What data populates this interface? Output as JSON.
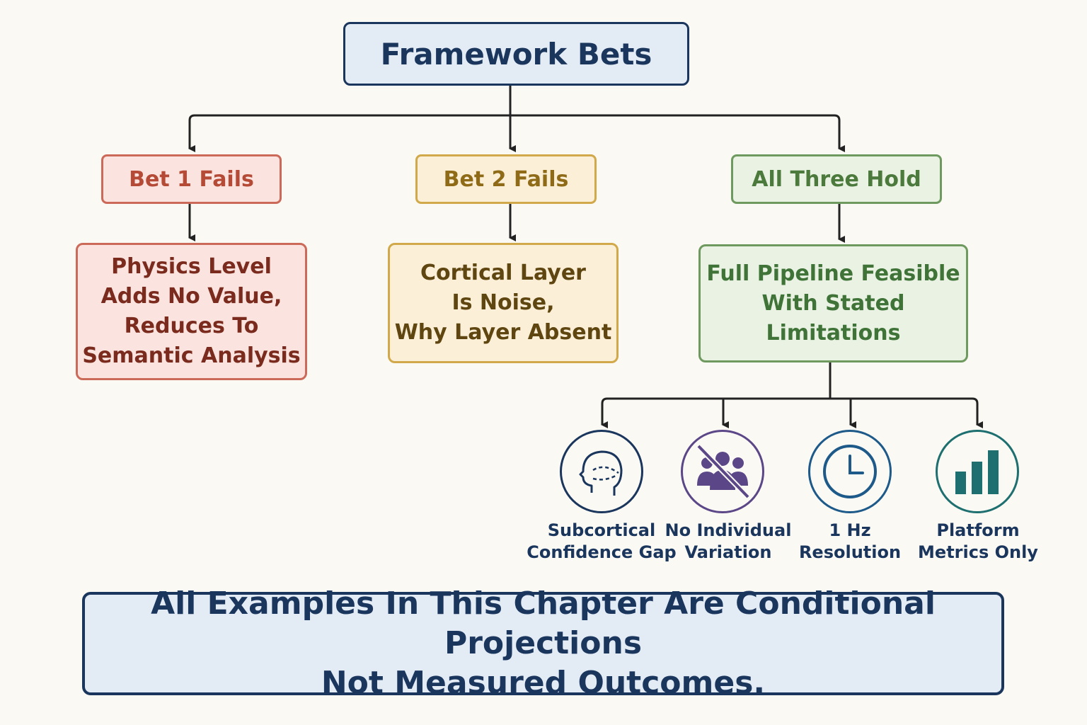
{
  "root": {
    "title": "Framework Bets"
  },
  "branches": [
    {
      "label": "Bet 1 Fails",
      "color": "#cc6a5a"
    },
    {
      "label": "Bet 2 Fails",
      "color": "#d1a94a"
    },
    {
      "label": "All Three Hold",
      "color": "#6f9a5f"
    }
  ],
  "outcomes": [
    {
      "lines": [
        "Physics Level",
        "Adds No Value,",
        "Reduces To",
        "Semantic Analysis"
      ]
    },
    {
      "lines": [
        "Cortical Layer",
        "Is Noise,",
        "Why Layer Absent"
      ]
    },
    {
      "lines": [
        "Full Pipeline Feasible",
        "With Stated",
        "Limitations"
      ]
    }
  ],
  "limitations": [
    {
      "icon": "head-profile-icon",
      "lines": [
        "Subcortical",
        "Confidence Gap"
      ]
    },
    {
      "icon": "no-people-icon",
      "lines": [
        "No Individual",
        "Variation"
      ]
    },
    {
      "icon": "clock-icon",
      "lines": [
        "1 Hz",
        "Resolution"
      ]
    },
    {
      "icon": "bar-chart-icon",
      "lines": [
        "Platform",
        "Metrics Only"
      ]
    }
  ],
  "footer": {
    "lines": [
      "All Examples In This Chapter Are Conditional Projections",
      "Not Measured Outcomes."
    ]
  }
}
